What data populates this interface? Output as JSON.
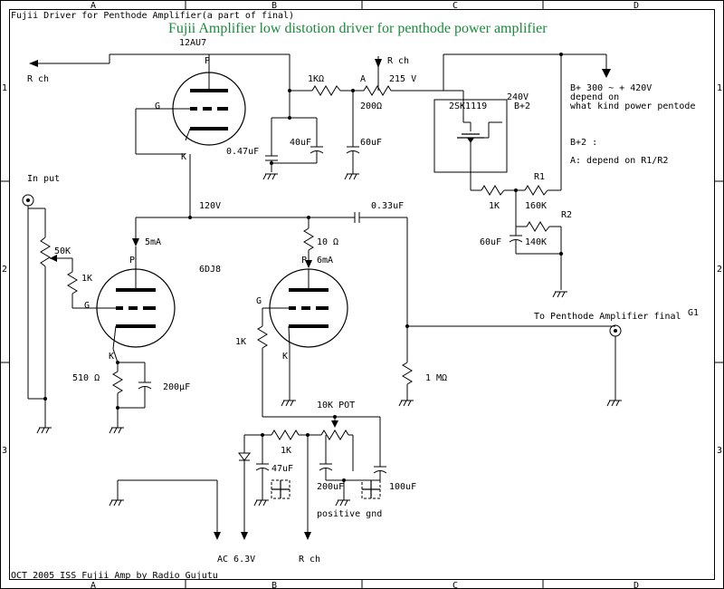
{
  "frame": {
    "columns": [
      "A",
      "B",
      "C",
      "D"
    ],
    "rows": [
      "1",
      "2",
      "3"
    ]
  },
  "header": {
    "file_title": "Fujii Driver for Penthode Amplifier(a part of final)",
    "main_title": "Fujii Amplifier   low distotion driver for penthode power amplifier"
  },
  "footer": {
    "caption": "OCT 2005 ISS Fujii Amp by Radio Gujutu"
  },
  "tubes": {
    "top": {
      "name": "12AU7",
      "pin_p": "P",
      "pin_g": "G",
      "pin_k": "K"
    },
    "left": {
      "pin_p": "P",
      "pin_g": "G",
      "pin_k": "K"
    },
    "right": {
      "pin_p": "P",
      "pin_g": "G",
      "pin_k": "K"
    },
    "pair_name": "6DJ8"
  },
  "labels": {
    "rch_top": "R ch",
    "r_1k_top": "1KΩ",
    "node_a": "A",
    "v215": "215 V",
    "rch_215": "R ch",
    "r200": "200Ω",
    "c047": "0.47uF",
    "c40": "40uF",
    "c60_top": "60uF",
    "v240": "240V",
    "fet": "2SK1119",
    "bplus2": "B+2",
    "r1": "R1",
    "r_1k_fet": "1K",
    "r_160k": "160K",
    "r2": "R2",
    "c60_b": "60uF",
    "r_140k": "140K",
    "v120": "120V",
    "c033": "0.33uF",
    "i5ma": "5mA",
    "r10": "10 Ω",
    "i6ma": "6mA",
    "input": "In put",
    "pot50k": "50K",
    "r1k_g": "1K",
    "r510": "510 Ω",
    "c200u": "200μF",
    "r1k_right": "1K",
    "r1m": "1 MΩ",
    "pot10k": "10K POT",
    "r1k_bot": "1K",
    "c47": "47uF",
    "c200uf": "200uF",
    "c100uf": "100uF",
    "pos_gnd": "positive gnd",
    "ac63": "AC 6.3V",
    "rch_bot": "R ch",
    "to_final": "To Penthode Amplifier final",
    "g1": "G1"
  },
  "notes": {
    "bplus_line1": "B+ 300 ~ + 420V",
    "bplus_line2": "depend on",
    "bplus_line3": "what kind power pentode",
    "bplus2_label": "B+2 :",
    "a_label": "A: depend on R1/R2"
  }
}
